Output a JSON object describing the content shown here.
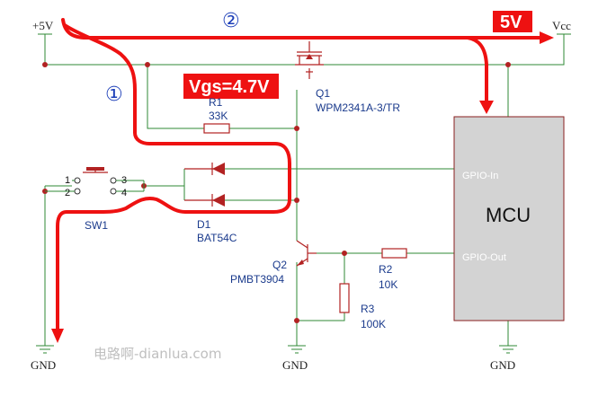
{
  "power": {
    "plus5v": "+5V",
    "vcc": "Vcc",
    "gnd_left": "GND",
    "gnd_mid": "GND",
    "gnd_right": "GND"
  },
  "callouts": {
    "vgs": "Vgs=4.7V",
    "five_v": "5V",
    "path_one": "①",
    "path_two": "②"
  },
  "components": {
    "q1": {
      "ref": "Q1",
      "part": "WPM2341A-3/TR"
    },
    "r1": {
      "ref": "R1",
      "value": "33K"
    },
    "sw1": {
      "ref": "SW1",
      "pins": [
        "1",
        "2",
        "3",
        "4"
      ]
    },
    "d1": {
      "ref": "D1",
      "part": "BAT54C"
    },
    "q2": {
      "ref": "Q2",
      "part": "PMBT3904"
    },
    "r2": {
      "ref": "R2",
      "value": "10K"
    },
    "r3": {
      "ref": "R3",
      "value": "100K"
    }
  },
  "mcu": {
    "title": "MCU",
    "gpio_in": "GPIO-In",
    "gpio_out": "GPIO-Out"
  },
  "colors": {
    "wire": "#2f8a36",
    "component": "#b22222",
    "highlight": "#ee1111",
    "mcu_fill": "#d3d3d3",
    "label": "#1a3a8c"
  },
  "watermark": "电路啊-dianlua.com"
}
